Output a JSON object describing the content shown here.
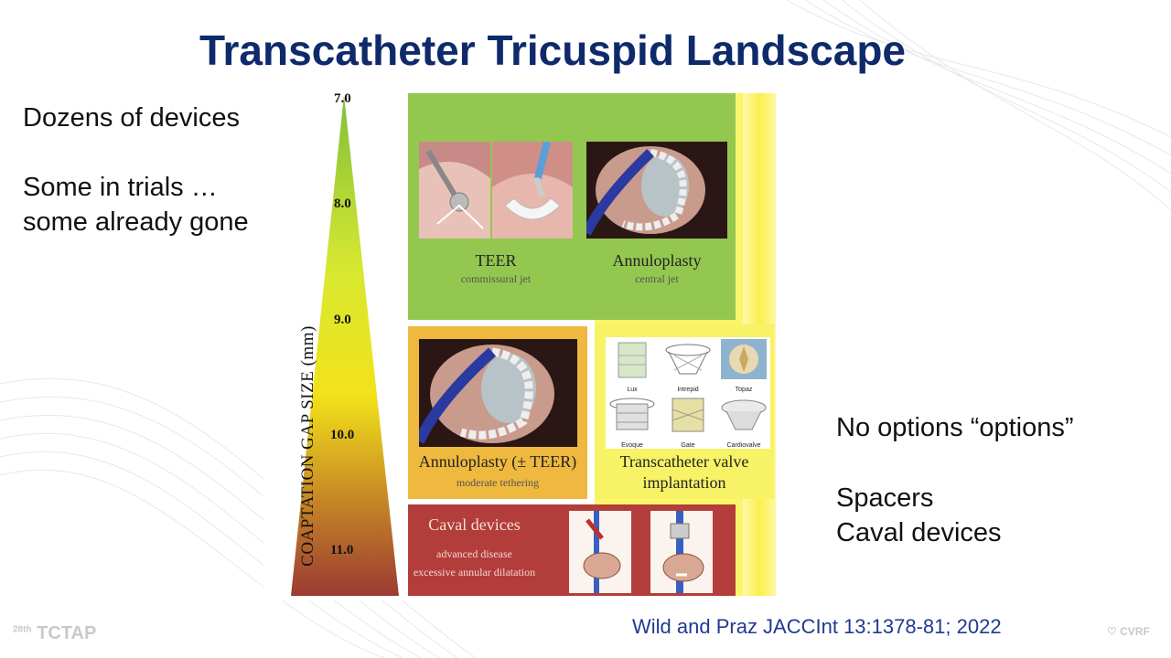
{
  "slide": {
    "title": "Transcatheter Tricuspid Landscape",
    "left_notes": [
      "Dozens of devices",
      "Some in trials …",
      "some already gone"
    ],
    "right_notes": [
      "No options “options”",
      "Spacers",
      "Caval devices"
    ],
    "citation": "Wild and Praz JACCInt  13:1378-81; 2022",
    "footer_left": "TCTAP",
    "footer_left_sup": "28th",
    "footer_right": "CVRF"
  },
  "figure": {
    "axis_title": "COAPTATION GAP SIZE (mm)",
    "ticks": [
      "7.0",
      "8.0",
      "9.0",
      "10.0",
      "11.0"
    ],
    "panels": {
      "green": {
        "teer_label": "TEER",
        "teer_sub": "commissural jet",
        "annulo_label": "Annuloplasty",
        "annulo_sub": "central jet",
        "color": "#93c750"
      },
      "orange": {
        "label": "Annuloplasty (± TEER)",
        "sub": "moderate tethering",
        "color": "#efb83f"
      },
      "yellow": {
        "label_line1": "Transcatheter valve",
        "label_line2": "implantation",
        "color": "#f7f266",
        "valves": [
          "Lux",
          "Intrepid",
          "Topaz",
          "Evoque",
          "Gate",
          "Cardiovalve"
        ]
      },
      "red": {
        "label": "Caval devices",
        "sub1": "advanced disease",
        "sub2": "excessive annular dilatation",
        "color": "#b33d3b"
      }
    }
  }
}
